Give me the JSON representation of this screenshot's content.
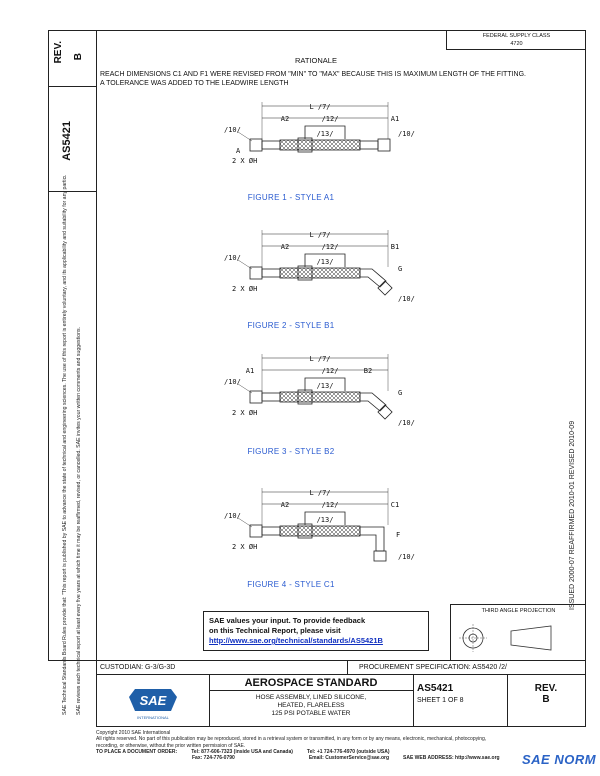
{
  "header": {
    "rev_label": "REV.",
    "rev_value": "B",
    "doc_number": "AS5421",
    "fed_class_line1": "FEDERAL SUPPLY CLASS",
    "fed_class_line2": "4720"
  },
  "rationale": {
    "title": "RATIONALE",
    "text": "REACH DIMENSIONS C1 AND F1 WERE REVISED FROM \"MIN\" TO \"MAX\" BECAUSE THIS IS MAXIMUM LENGTH OF THE FITTING. A TOLERANCE WAS ADDED TO THE LEADWIRE LENGTH"
  },
  "figures": [
    {
      "caption": "FIGURE 1 - STYLE A1",
      "labels": {
        "top": "L /7/",
        "mid": "/12/",
        "braid": "/13/",
        "left_dim": "A2",
        "right_dim": "A1",
        "left_callout": "/10/",
        "right_callout": "/10/",
        "dia": "2 X ØH",
        "end": "A"
      }
    },
    {
      "caption": "FIGURE 2 - STYLE B1",
      "labels": {
        "top": "L /7/",
        "mid": "/12/",
        "braid": "/13/",
        "left_dim": "A2",
        "right_dim": "B1",
        "left_callout": "/10/",
        "right_callout": "/10/",
        "dia": "2 X ØH",
        "angle": "G"
      }
    },
    {
      "caption": "FIGURE 3 - STYLE B2",
      "labels": {
        "top": "L /7/",
        "mid": "/12/",
        "braid": "/13/",
        "left_dim": "A1",
        "right_dim": "B2",
        "left_callout": "/10/",
        "right_callout": "/10/",
        "dia": "2 X ØH",
        "angle": "G"
      }
    },
    {
      "caption": "FIGURE 4 - STYLE C1",
      "labels": {
        "top": "L /7/",
        "mid": "/12/",
        "braid": "/13/",
        "left_dim": "A2",
        "right_dim": "C1",
        "left_callout": "/10/",
        "right_callout": "/10/",
        "dia": "2 X ØH",
        "angle": "F"
      }
    }
  ],
  "side_notes": {
    "left_long": "SAE Technical Standards Board Rules provide that: \"This report is published by SAE to advance the state of technical and engineering sciences. The use of this report is entirely voluntary, and its applicability and suitability for any particular use, including any patent infringement arising therefrom, is the sole responsibility of the user.\"",
    "left_long2": "SAE reviews each technical report at least every five years at which time it may be reaffirmed, revised, or cancelled. SAE invites your written comments and suggestions.",
    "right_dates": "ISSUED 2000-07    REAFFIRMED 2010-01    REVISED 2010-09"
  },
  "feedback": {
    "line1": "SAE values your input. To provide feedback",
    "line2": "on this Technical Report, please visit",
    "link": "http://www.sae.org/technical/standards/AS5421B"
  },
  "projection": {
    "label": "THIRD ANGLE PROJECTION"
  },
  "procurement": {
    "custodian": "CUSTODIAN: G-3/G-3D",
    "spec": "PROCUREMENT SPECIFICATION: AS5420 /2/"
  },
  "title_block": {
    "logo_text": "SAE",
    "logo_sub": "INTERNATIONAL",
    "standard": "AEROSPACE STANDARD",
    "desc1": "HOSE ASSEMBLY, LINED SILICONE,",
    "desc2": "HEATED, FLARELESS",
    "desc3": "125 PSI POTABLE WATER",
    "doc_number": "AS5421",
    "sheet": "SHEET 1 OF 8",
    "rev_label": "REV.",
    "rev_value": "B"
  },
  "footer": {
    "copyright": "Copyright 2010 SAE International",
    "rights": "All rights reserved. No part of this publication may be reproduced, stored in a retrieval system or transmitted, in any form or by any means, electronic, mechanical, photocopying,",
    "rights2": "recording, or otherwise, without the prior written permission of SAE.",
    "order_label": "TO PLACE A DOCUMENT ORDER:",
    "tel1": "Tel: 877-606-7323 (inside USA and Canada)",
    "tel2": "Tel: +1 724-776-4970 (outside USA)",
    "fax": "Fax: 724-776-0790",
    "email": "Email: CustomerService@sae.org",
    "web": "SAE WEB ADDRESS: http://www.sae.org",
    "watermark": "SAE NORM"
  },
  "colors": {
    "caption": "#2a5bd0",
    "link": "#1030c0",
    "logo_blue": "#1f5fa8"
  }
}
